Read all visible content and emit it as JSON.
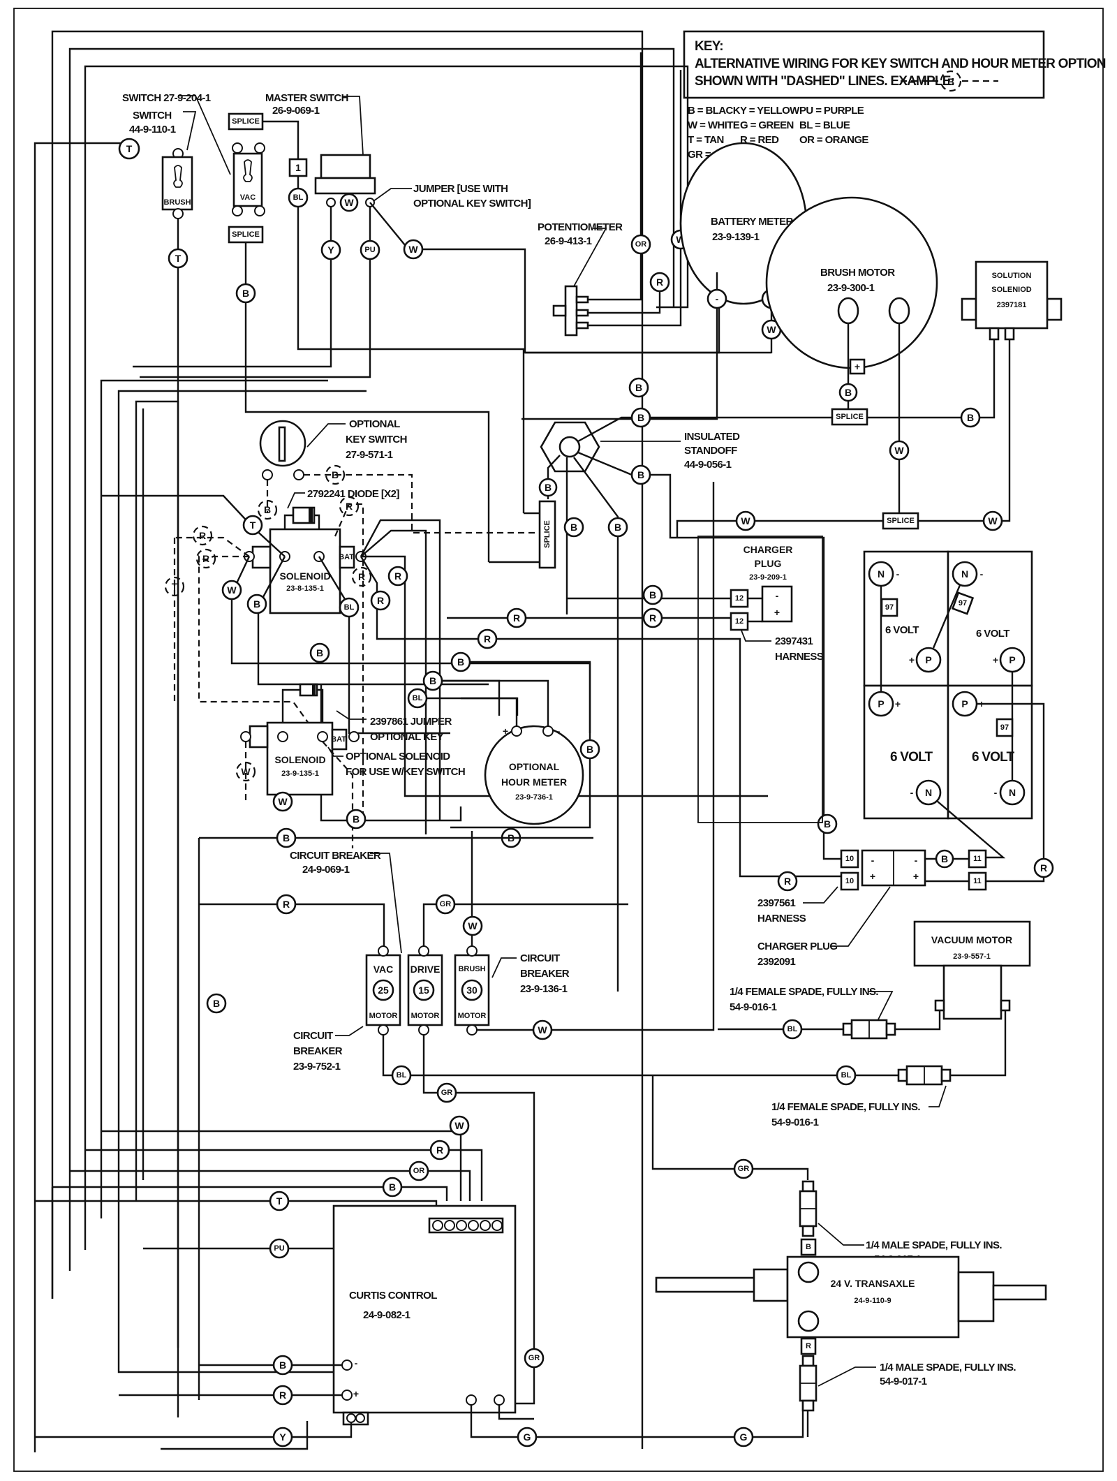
{
  "key": {
    "title": "KEY:",
    "line1": "ALTERNATIVE WIRING FOR KEY SWITCH AND HOUR METER OPTION",
    "line2": "SHOWN WITH \"DASHED\" LINES. EXAMPLE:",
    "example_tag": "B",
    "color_codes": [
      "B = BLACK",
      "Y = YELLOW",
      "PU = PURPLE",
      "W = WHITE",
      "G = GREEN",
      "BL = BLUE",
      "T = TAN",
      "R = RED",
      "OR = ORANGE",
      "GR = GREY"
    ]
  },
  "components": {
    "switch_vac": {
      "label": "SWITCH 27-9-204-1",
      "face": "VAC"
    },
    "switch_brush": {
      "label": "SWITCH",
      "part": "44-9-110-1",
      "face": "BRUSH"
    },
    "master_switch": {
      "label": "MASTER SWITCH",
      "part": "26-9-069-1"
    },
    "splice": "SPLICE",
    "jumper": {
      "line1": "JUMPER [USE WITH",
      "line2": "OPTIONAL KEY SWITCH]"
    },
    "potentiometer": {
      "label": "POTENTIOMETER",
      "part": "26-9-413-1"
    },
    "battery_meter": {
      "label": "BATTERY METER",
      "part": "23-9-139-1",
      "minus": "-",
      "plus": "+"
    },
    "brush_motor": {
      "label": "BRUSH MOTOR",
      "part": "23-9-300-1",
      "plus": "+"
    },
    "solution_solenoid": {
      "line1": "SOLUTION",
      "line2": "SOLENIOD",
      "part": "2397181"
    },
    "key_switch": {
      "line1": "OPTIONAL",
      "line2": "KEY SWITCH",
      "part": "27-9-571-1"
    },
    "diode": "2792241 DIODE [X2]",
    "standoff": {
      "line1": "INSULATED",
      "line2": "STANDOFF",
      "part": "44-9-056-1"
    },
    "solenoid1": {
      "label": "SOLENOID",
      "part": "23-8-135-1",
      "bat": "BAT."
    },
    "solenoid2": {
      "label": "SOLENOID",
      "part": "23-9-135-1",
      "bat": "BAT."
    },
    "jumper2": {
      "line1": "2397861 JUMPER",
      "line2": "OPTIONAL KEY"
    },
    "opt_solenoid": {
      "line1": "OPTIONAL SOLENOID",
      "line2": "FOR USE W/KEY SWITCH"
    },
    "hour_meter": {
      "line1": "OPTIONAL",
      "line2": "HOUR METER",
      "part": "23-9-736-1",
      "plus": "+",
      "minus": "-"
    },
    "charger_plug1": {
      "line1": "CHARGER",
      "line2": "PLUG",
      "part": "23-9-209-1",
      "pin": "12"
    },
    "harness1": {
      "part": "2397431",
      "label": "HARNESS"
    },
    "batteries": {
      "label": "6 VOLT",
      "link": "97",
      "neg": "N",
      "pos": "P"
    },
    "harness2": {
      "part": "2397561",
      "label": "HARNESS",
      "pin_a": "10",
      "pin_b": "11"
    },
    "charger_plug2": {
      "label": "CHARGER PLUG",
      "part": "2392091"
    },
    "vacuum_motor": {
      "label": "VACUUM MOTOR",
      "part": "23-9-557-1"
    },
    "female_spade": {
      "label": "1/4 FEMALE SPADE, FULLY INS.",
      "part": "54-9-016-1"
    },
    "male_spade": {
      "label": "1/4 MALE SPADE, FULLY INS.",
      "part": "54-9-017-1"
    },
    "cb_top": {
      "label": "CIRCUIT BREAKER",
      "part": "24-9-069-1"
    },
    "cb_right": {
      "line1": "CIRCUIT",
      "line2": "BREAKER",
      "part": "23-9-136-1"
    },
    "cb_left": {
      "line1": "CIRCUIT",
      "line2": "BREAKER",
      "part": "23-9-752-1"
    },
    "breakers": [
      {
        "top": "VAC",
        "rating": "25",
        "bottom": "MOTOR"
      },
      {
        "top": "DRIVE",
        "rating": "15",
        "bottom": "MOTOR"
      },
      {
        "top": "BRUSH",
        "rating": "30",
        "bottom": "MOTOR"
      }
    ],
    "curtis": {
      "label": "CURTIS CONTROL",
      "part": "24-9-082-1",
      "minus": "-",
      "plus": "+"
    },
    "transaxle": {
      "label": "24 V. TRANSAXLE",
      "part": "24-9-110-9"
    }
  },
  "tags": {
    "T": "T",
    "B": "B",
    "W": "W",
    "Y": "Y",
    "PU": "PU",
    "BL": "BL",
    "OR": "OR",
    "R": "R",
    "GR": "GR",
    "G": "G",
    "one": "1",
    "minus": "-",
    "plus": "+"
  }
}
